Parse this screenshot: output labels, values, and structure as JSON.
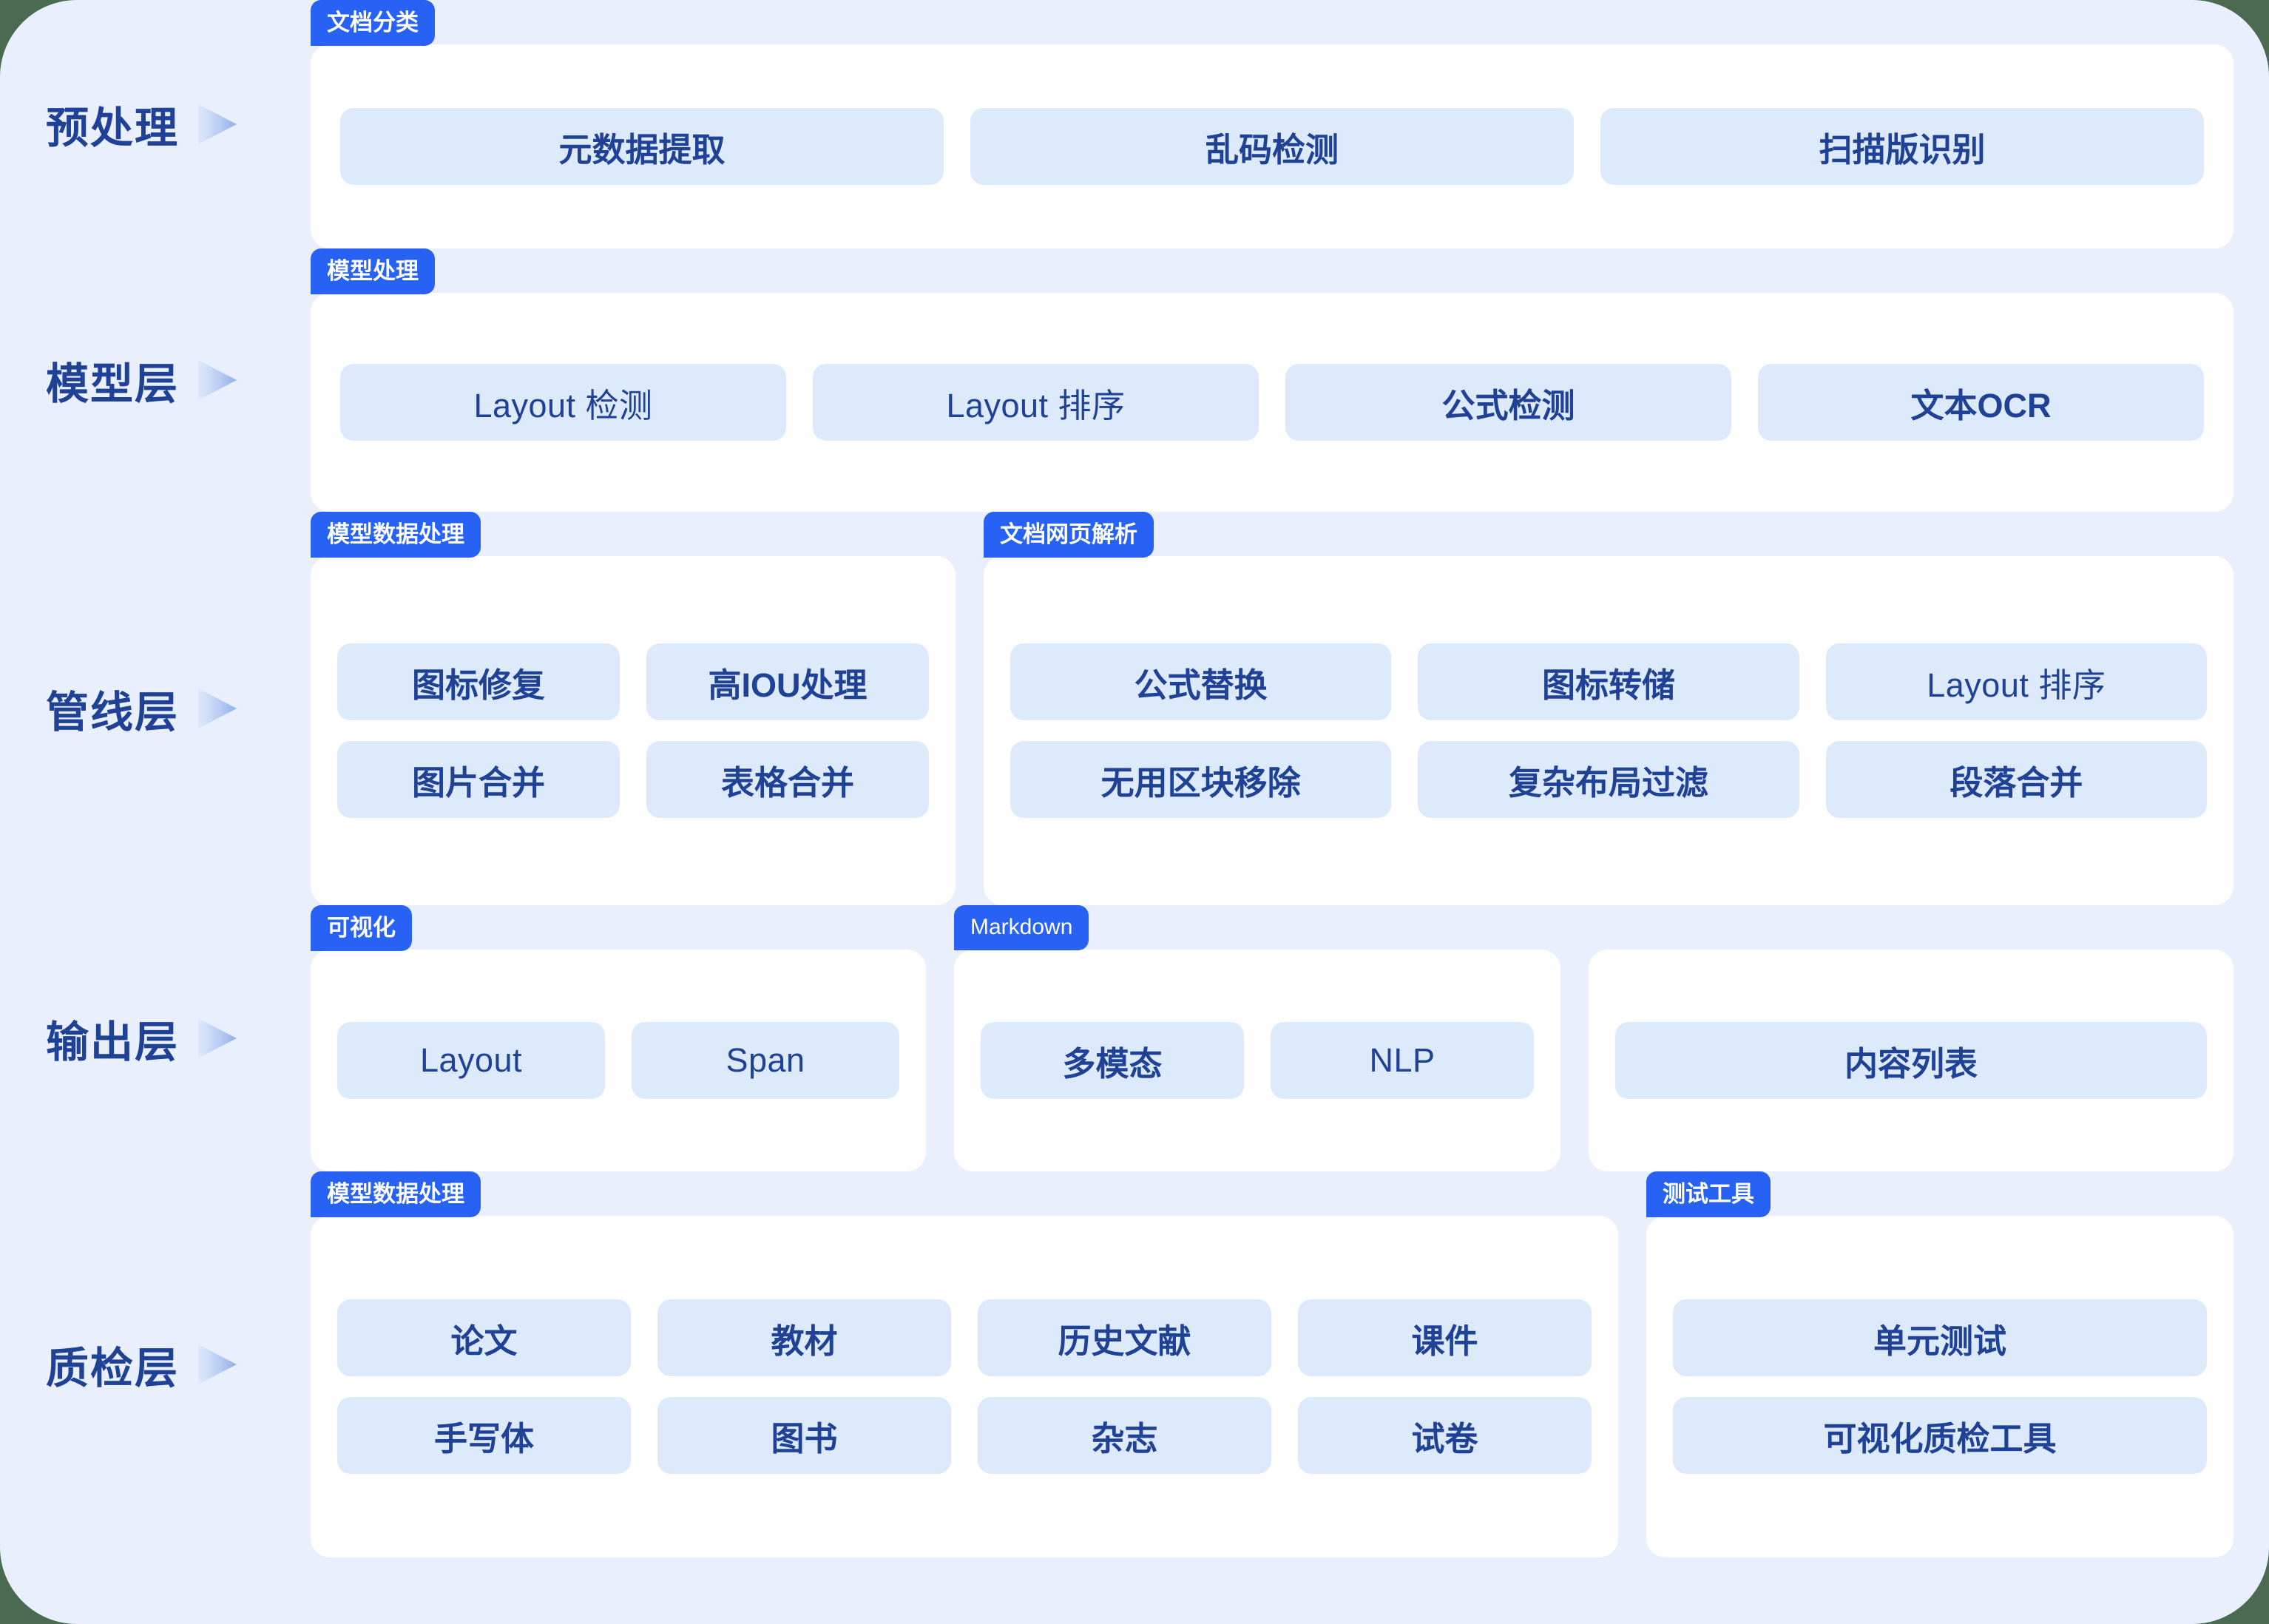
{
  "theme": {
    "page_background": "#e9effd",
    "panel_background": "#ffffff",
    "chip_background": "#ddeafc",
    "tag_background": "#2862f5",
    "text_blue": "#1f4196",
    "tag_text": "#ffffff",
    "arrow_gradient_from": "#dfe9fb",
    "arrow_gradient_to": "#8fafe6"
  },
  "rows": [
    {
      "label": "预处理",
      "arrow_icon": "triangle-right-icon",
      "groups": [
        {
          "tag": "文档分类",
          "tag_latin": false,
          "chip_rows": [
            [
              "元数据提取",
              "乱码检测",
              "扫描版识别"
            ]
          ]
        }
      ]
    },
    {
      "label": "模型层",
      "arrow_icon": "triangle-right-icon",
      "groups": [
        {
          "tag": "模型处理",
          "tag_latin": false,
          "chip_rows": [
            [
              "Layout 检测",
              "Layout 排序",
              "公式检测",
              "文本OCR"
            ]
          ]
        }
      ]
    },
    {
      "label": "管线层",
      "arrow_icon": "triangle-right-icon",
      "groups": [
        {
          "tag": "模型数据处理",
          "tag_latin": false,
          "chip_rows": [
            [
              "图标修复",
              "高IOU处理"
            ],
            [
              "图片合并",
              "表格合并"
            ]
          ]
        },
        {
          "tag": "文档网页解析",
          "tag_latin": false,
          "chip_rows": [
            [
              "公式替换",
              "图标转储",
              "Layout 排序"
            ],
            [
              "无用区块移除",
              "复杂布局过滤",
              "段落合并"
            ]
          ]
        }
      ]
    },
    {
      "label": "输出层",
      "arrow_icon": "triangle-right-icon",
      "groups": [
        {
          "tag": "可视化",
          "tag_latin": false,
          "chip_rows": [
            [
              "Layout",
              "Span"
            ]
          ]
        },
        {
          "tag": "Markdown",
          "tag_latin": true,
          "chip_rows": [
            [
              "多模态",
              "NLP"
            ]
          ]
        },
        {
          "tag": null,
          "tag_latin": false,
          "chip_rows": [
            [
              "内容列表"
            ]
          ]
        }
      ]
    },
    {
      "label": "质检层",
      "arrow_icon": "triangle-right-icon",
      "groups": [
        {
          "tag": "模型数据处理",
          "tag_latin": false,
          "chip_rows": [
            [
              "论文",
              "教材",
              "历史文献",
              "课件"
            ],
            [
              "手写体",
              "图书",
              "杂志",
              "试卷"
            ]
          ]
        },
        {
          "tag": "测试工具",
          "tag_latin": false,
          "chip_rows": [
            [
              "单元测试"
            ],
            [
              "可视化质检工具"
            ]
          ]
        }
      ]
    }
  ]
}
